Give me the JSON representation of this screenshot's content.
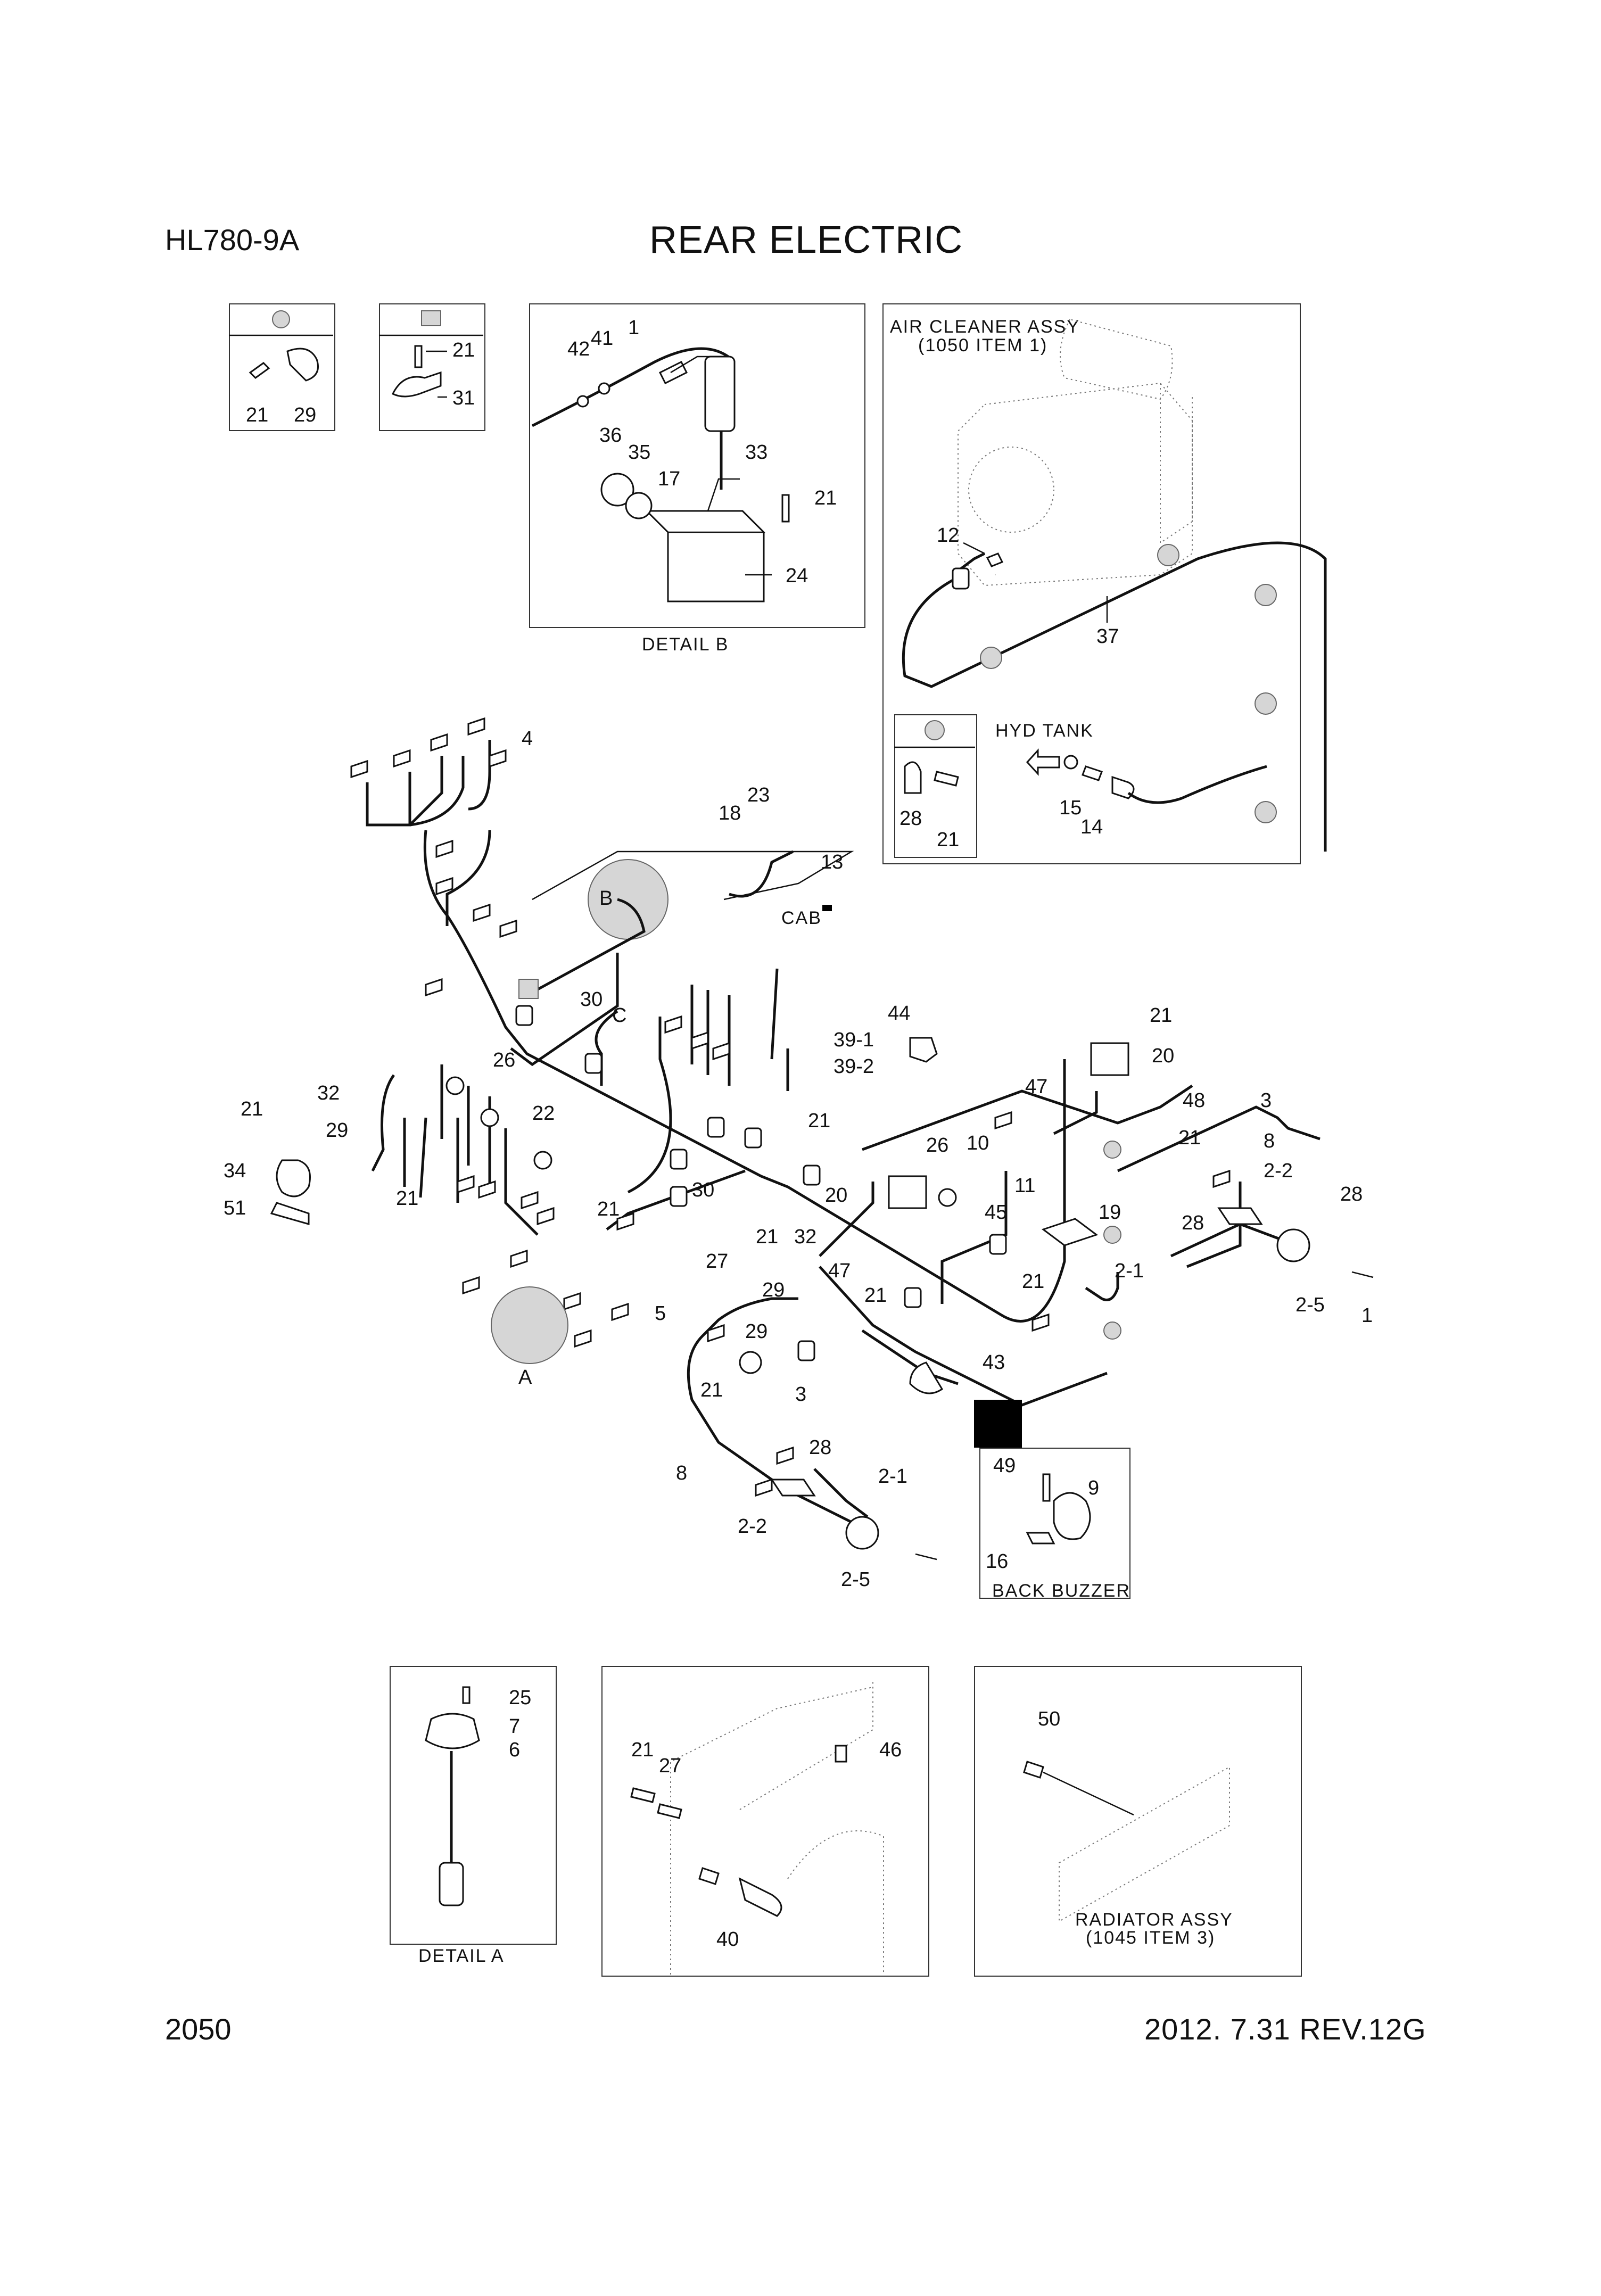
{
  "header": {
    "model": "HL780-9A",
    "title": "REAR ELECTRIC"
  },
  "footer": {
    "page_number": "2050",
    "revision": "2012. 7.31 REV.12G"
  },
  "legend_circle": {
    "labels": [
      "21",
      "29"
    ]
  },
  "legend_square": {
    "labels": [
      "21",
      "31"
    ]
  },
  "detail_b": {
    "caption": "DETAIL B",
    "labels": [
      "1",
      "42",
      "41",
      "33",
      "36",
      "35",
      "17",
      "21",
      "24"
    ]
  },
  "air_cleaner": {
    "title_line1": "AIR CLEANER ASSY",
    "title_line2": "(1050 ITEM 1)",
    "labels": [
      "12",
      "37",
      "15",
      "14"
    ],
    "hyd_tank": "HYD TANK",
    "inset_labels": [
      "28",
      "21"
    ]
  },
  "main": {
    "callouts": [
      "4",
      "18",
      "23",
      "13",
      "B",
      "30",
      "C",
      "26",
      "22",
      "32",
      "21",
      "29",
      "34",
      "51",
      "21",
      "21",
      "30",
      "27",
      "5",
      "A",
      "21",
      "32",
      "20",
      "47",
      "44",
      "39-1",
      "39-2",
      "21",
      "20",
      "47",
      "26",
      "10",
      "21",
      "48",
      "21",
      "3",
      "8",
      "2-2",
      "28",
      "28",
      "11",
      "45",
      "19",
      "21",
      "2-1",
      "2-5",
      "1",
      "21",
      "29",
      "29",
      "43",
      "21",
      "3",
      "28",
      "8",
      "2-2",
      "2-1",
      "2-5"
    ],
    "cab_label": "CAB"
  },
  "back_buzzer": {
    "caption": "BACK BUZZER",
    "labels": [
      "49",
      "9",
      "16"
    ]
  },
  "detail_a": {
    "caption": "DETAIL A",
    "labels": [
      "25",
      "7",
      "6"
    ]
  },
  "panel_46": {
    "labels": [
      "21",
      "27",
      "46",
      "40"
    ]
  },
  "radiator": {
    "title_line1": "RADIATOR ASSY",
    "title_line2": "(1045 ITEM 3)",
    "labels": [
      "50"
    ]
  },
  "colors": {
    "ink": "#111111",
    "callout_grey": "#d6d6d6",
    "marker": "#000000"
  }
}
